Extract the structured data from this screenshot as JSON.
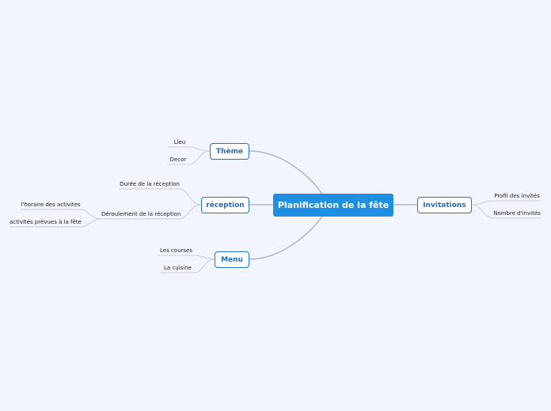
{
  "central": {
    "label": "Planification de la fête"
  },
  "topics": {
    "theme": {
      "label": "Thème",
      "children": [
        "Lieu",
        "Decor"
      ]
    },
    "reception": {
      "label": "réception",
      "children": [
        "Durée de la réception",
        "Déroulement de la réception"
      ],
      "grandchildren": [
        "l'horaire des activites",
        "activités prévues à la fête"
      ]
    },
    "menu": {
      "label": "Menu",
      "children": [
        "Les courses",
        "La cuisine"
      ]
    },
    "invitations": {
      "label": "Invitations",
      "children": [
        "Profil des invités",
        "Nombre d'invités"
      ]
    }
  },
  "colors": {
    "central_fill": "#1e8fe1",
    "topic_border": "#1f74c2",
    "topic_text": "#1f6fbf",
    "background": "#f2f5fd"
  }
}
